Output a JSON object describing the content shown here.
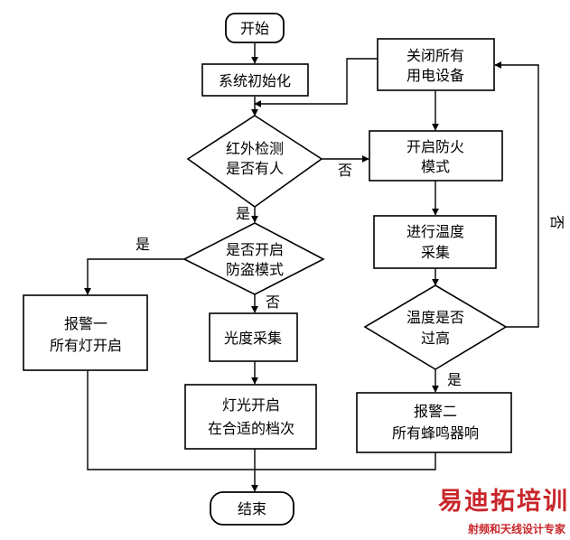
{
  "flowchart": {
    "nodes": {
      "start": "开始",
      "init": [
        "系统初始化"
      ],
      "ir_check": [
        "红外检测",
        "是否有人"
      ],
      "anti_theft": [
        "是否开启",
        "防盗模式"
      ],
      "alarm1": [
        "报警一",
        "所有灯开启"
      ],
      "light_collect": [
        "光度采集"
      ],
      "light_on": [
        "灯光开启",
        "在合适的档次"
      ],
      "close_all": [
        "关闭所有",
        "用电设备"
      ],
      "fire_mode": [
        "开启防火",
        "模式"
      ],
      "temp_collect": [
        "进行温度",
        "采集"
      ],
      "temp_high": [
        "温度是否",
        "过高"
      ],
      "alarm2": [
        "报警二",
        "所有蜂鸣器响"
      ],
      "end": "结束"
    },
    "edge_labels": {
      "ir_yes": "是",
      "ir_no": "否",
      "theft_yes": "是",
      "theft_no": "否",
      "temp_yes": "是",
      "temp_no": "否"
    }
  },
  "watermark": {
    "main": "易迪拓培训",
    "sub": "射频和天线设计专家",
    "color": "#c9262b"
  }
}
